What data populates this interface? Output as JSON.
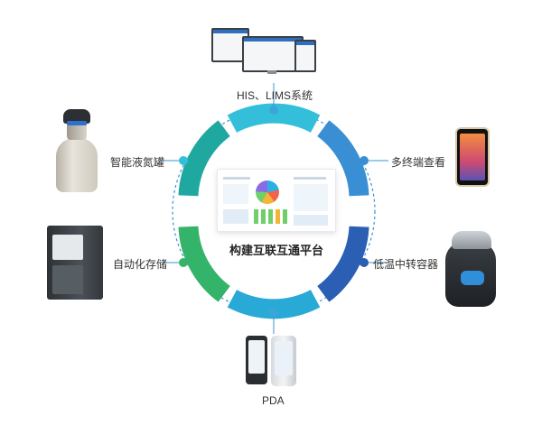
{
  "center": {
    "title": "构建互联互通平台"
  },
  "nodes": {
    "his": {
      "label": "HIS、LIMS系统",
      "icon": "monitor-icon"
    },
    "mobile": {
      "label": "多终端查看",
      "icon": "smartphone-icon"
    },
    "transfer": {
      "label": "低温中转容器",
      "icon": "cryo-container-icon"
    },
    "pda": {
      "label": "PDA",
      "icon": "pda-icon"
    },
    "storage": {
      "label": "自动化存储",
      "icon": "storage-cabinet-icon"
    },
    "tank": {
      "label": "智能液氮罐",
      "icon": "liquid-nitrogen-tank-icon"
    }
  },
  "colors": {
    "ring_cyan": "#33bfd9",
    "ring_blue": "#3a8fd4",
    "ring_navy": "#2b5fb3",
    "ring_teal": "#1fa8a0",
    "ring_green": "#34b36a",
    "connector": "#3a95cf",
    "dot": "#3aa6d8"
  }
}
